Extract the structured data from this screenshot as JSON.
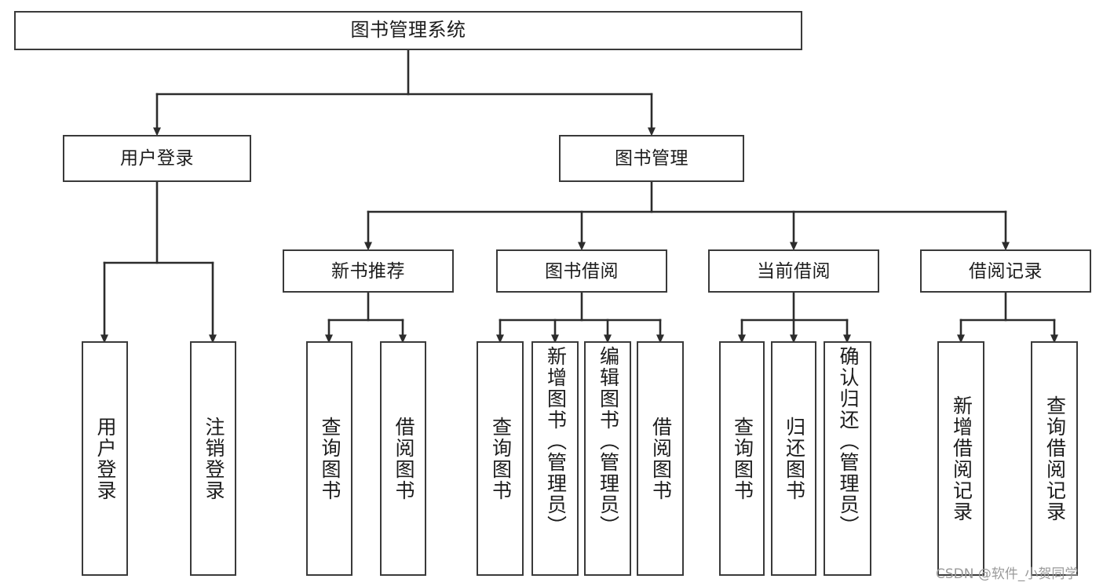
{
  "diagram": {
    "title": "图书管理系统",
    "type": "functional-structure-tree",
    "stroke_color": "#3a3a3a",
    "text_color": "#1c1c1c",
    "background_color": "#ffffff",
    "watermark": "CSDN @软件_小贺同学"
  },
  "nodes": {
    "root": {
      "label": "图书管理系统"
    },
    "level2": [
      {
        "label": "用户登录"
      },
      {
        "label": "图书管理"
      }
    ],
    "level3": [
      {
        "label": "新书推荐"
      },
      {
        "label": "图书借阅"
      },
      {
        "label": "当前借阅"
      },
      {
        "label": "借阅记录"
      }
    ],
    "leaves": {
      "user_login": [
        {
          "label": "用户登录"
        },
        {
          "label": "注销登录"
        }
      ],
      "new_book_recommend": [
        {
          "label": "查询图书"
        },
        {
          "label": "借阅图书"
        }
      ],
      "book_borrow": [
        {
          "label": "查询图书"
        },
        {
          "label": "新增图书（管理员）"
        },
        {
          "label": "编辑图书（管理员）"
        },
        {
          "label": "借阅图书"
        }
      ],
      "current_borrow": [
        {
          "label": "查询图书"
        },
        {
          "label": "归还图书"
        },
        {
          "label": "确认归还（管理员）"
        }
      ],
      "borrow_record": [
        {
          "label": "新增借阅记录"
        },
        {
          "label": "查询借阅记录"
        }
      ]
    }
  }
}
